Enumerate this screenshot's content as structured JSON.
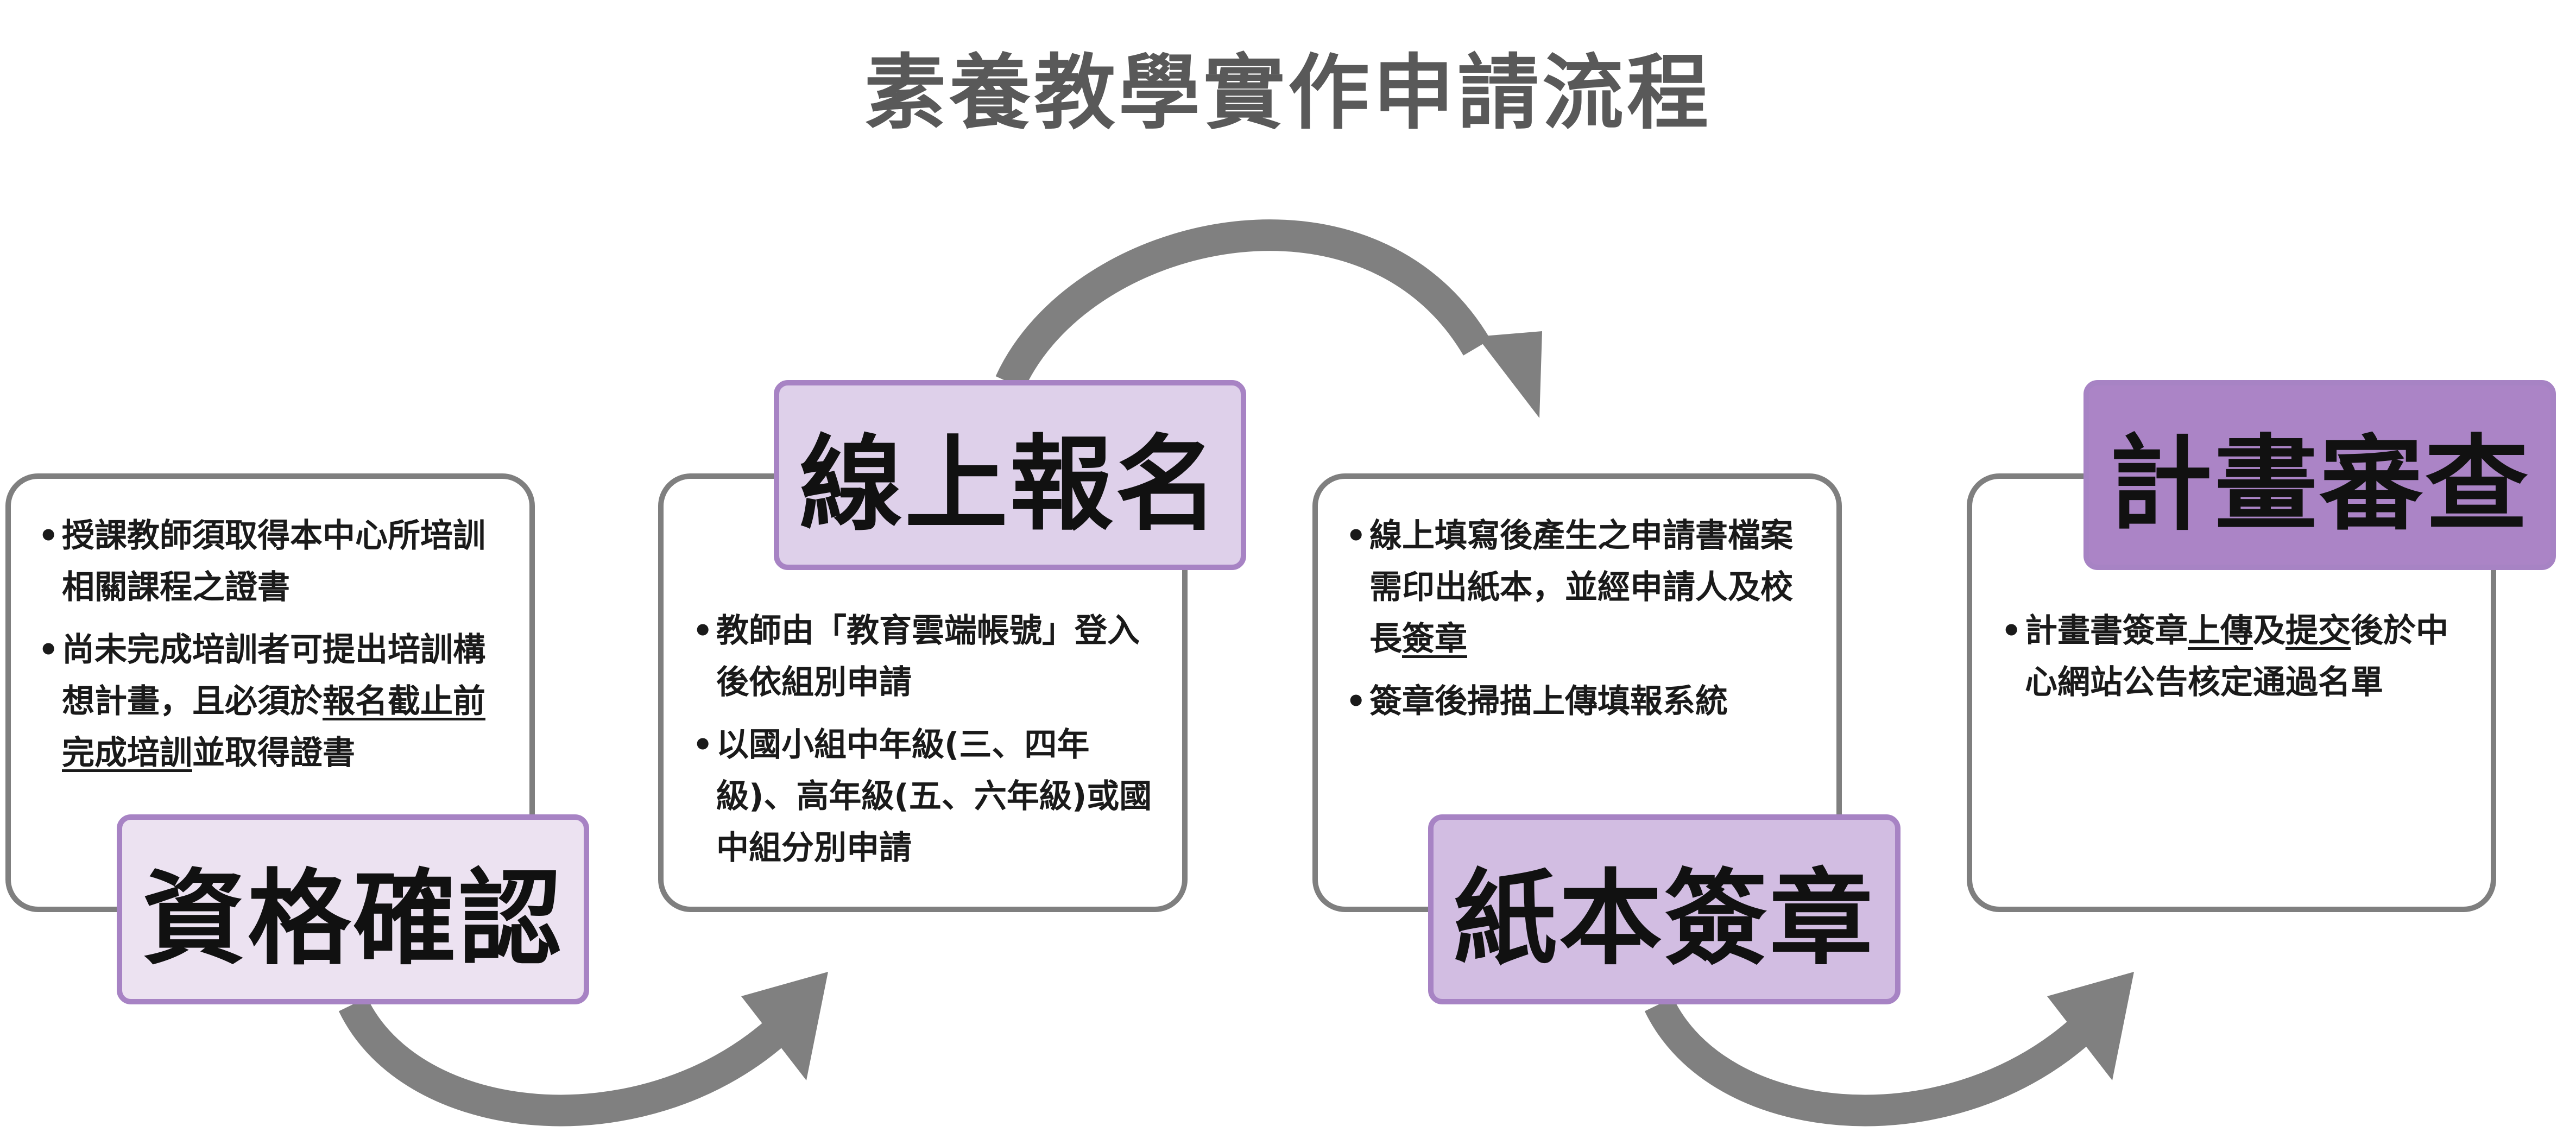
{
  "title": "素養教學實作申請流程",
  "colors": {
    "label_fill_1": "#ece2f1",
    "label_fill_2": "#ded0ea",
    "label_fill_3": "#d2bde2",
    "label_fill_4": "#ab84c6",
    "label_border": "#a783c4",
    "arrow": "#808080",
    "card_border": "#7f7f7f"
  },
  "steps": [
    {
      "label": "資格確認",
      "bullets": [
        [
          {
            "t": "授課教師須取得本中心所培訓相關課程之證書"
          }
        ],
        [
          {
            "t": "尚未完成培訓者可提出培訓構想計畫，且必須於"
          },
          {
            "t": "報名截止前完成培訓",
            "u": true
          },
          {
            "t": "並取得證書"
          }
        ]
      ]
    },
    {
      "label": "線上報名",
      "bullets": [
        [
          {
            "t": "教師由「教育雲端帳號」登入後依組別申請"
          }
        ],
        [
          {
            "t": "以國小組中年級(三、四年級)、高年級(五、六年級)或國中組分別申請"
          }
        ]
      ]
    },
    {
      "label": "紙本簽章",
      "bullets": [
        [
          {
            "t": "線上填寫後產生之申請書檔案需印出紙本，並經申請人及校長"
          },
          {
            "t": "簽章",
            "u": true
          }
        ],
        [
          {
            "t": "簽章後掃描上傳填報系統"
          }
        ]
      ]
    },
    {
      "label": "計畫審查",
      "bullets": [
        [
          {
            "t": "計畫書簽章"
          },
          {
            "t": "上傳",
            "u": true
          },
          {
            "t": "及"
          },
          {
            "t": "提交",
            "u": true
          },
          {
            "t": "後於中心網站公告核定通過名單"
          }
        ]
      ]
    }
  ],
  "icons": [
    "curved-arrow-icon"
  ]
}
